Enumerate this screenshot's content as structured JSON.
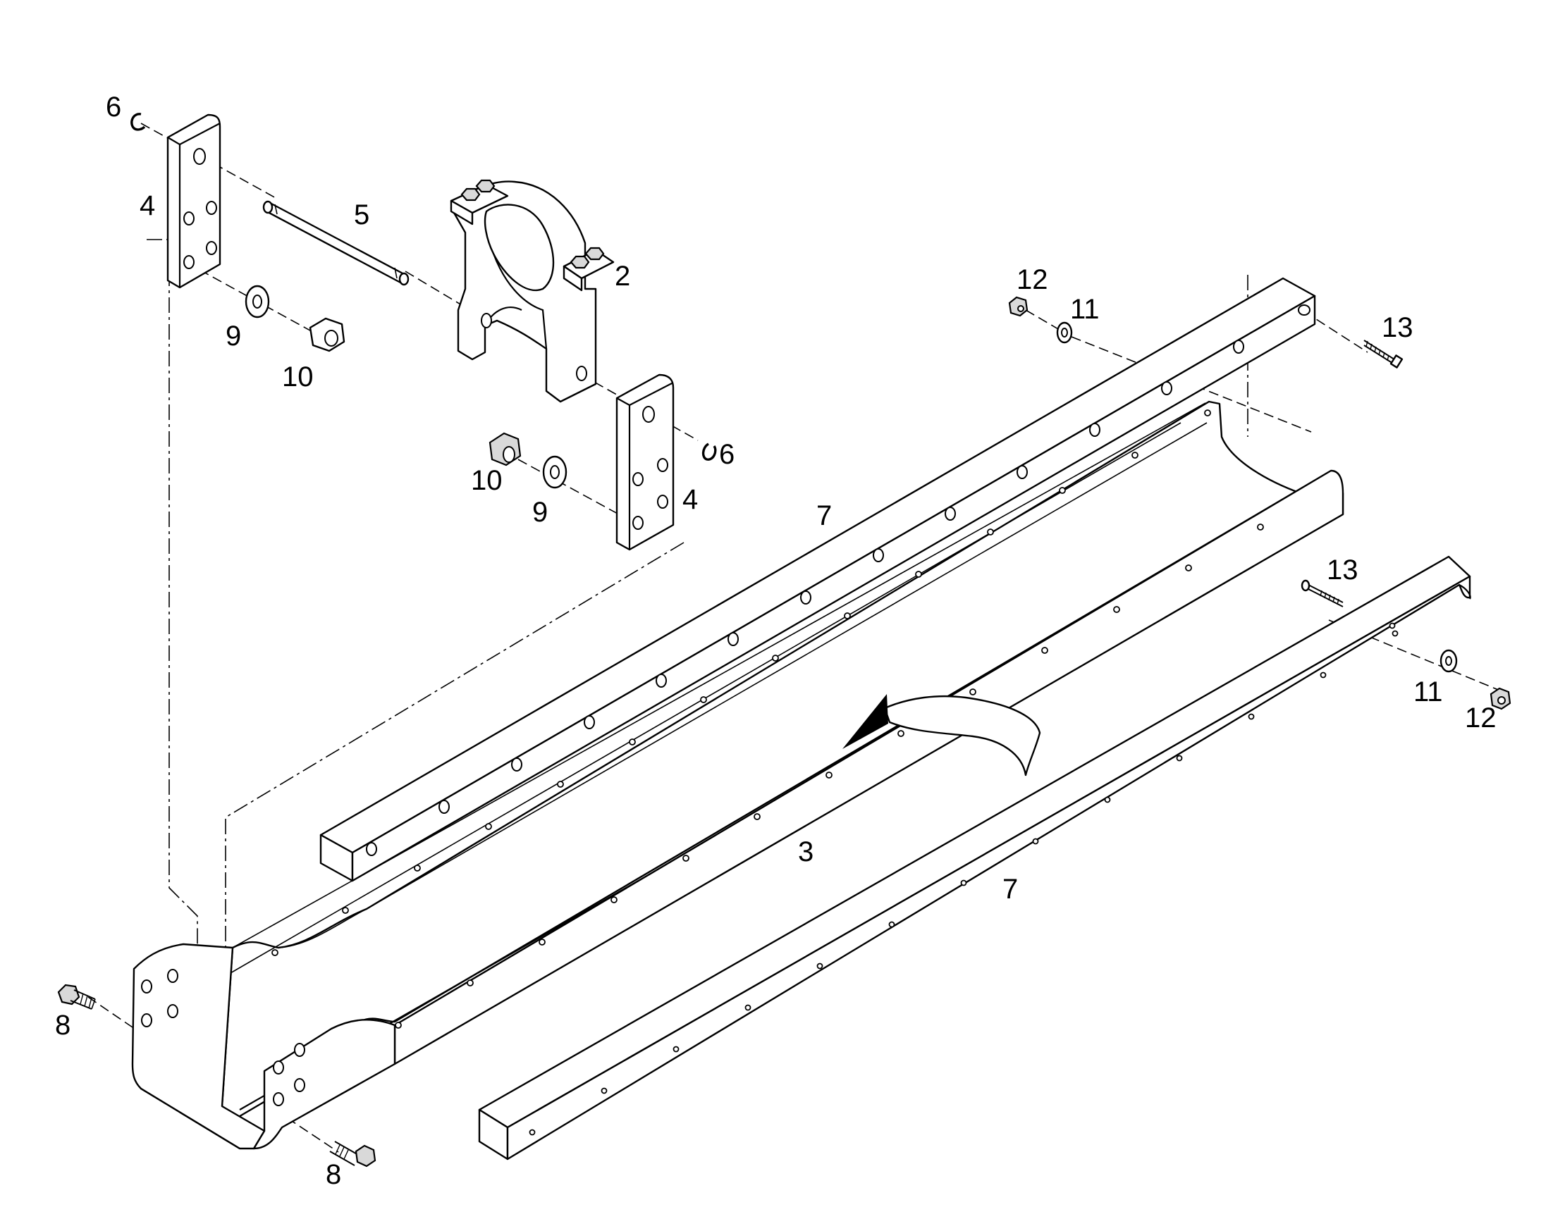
{
  "callouts": {
    "clamp": "2",
    "channel": "3",
    "plate_left": "4",
    "plate_right": "4",
    "pin": "5",
    "clip_left": "6",
    "clip_right": "6",
    "bar_back": "7",
    "bar_front": "7",
    "bolt_left": "8",
    "bolt_bottom": "8",
    "washer_left": "9",
    "washer_right": "9",
    "nut_left": "10",
    "nut_right": "10",
    "washer_top": "11",
    "washer_bottom": "11",
    "nut_top": "12",
    "nut_bottom": "12",
    "screw_top": "13",
    "screw_bottom": "13"
  }
}
